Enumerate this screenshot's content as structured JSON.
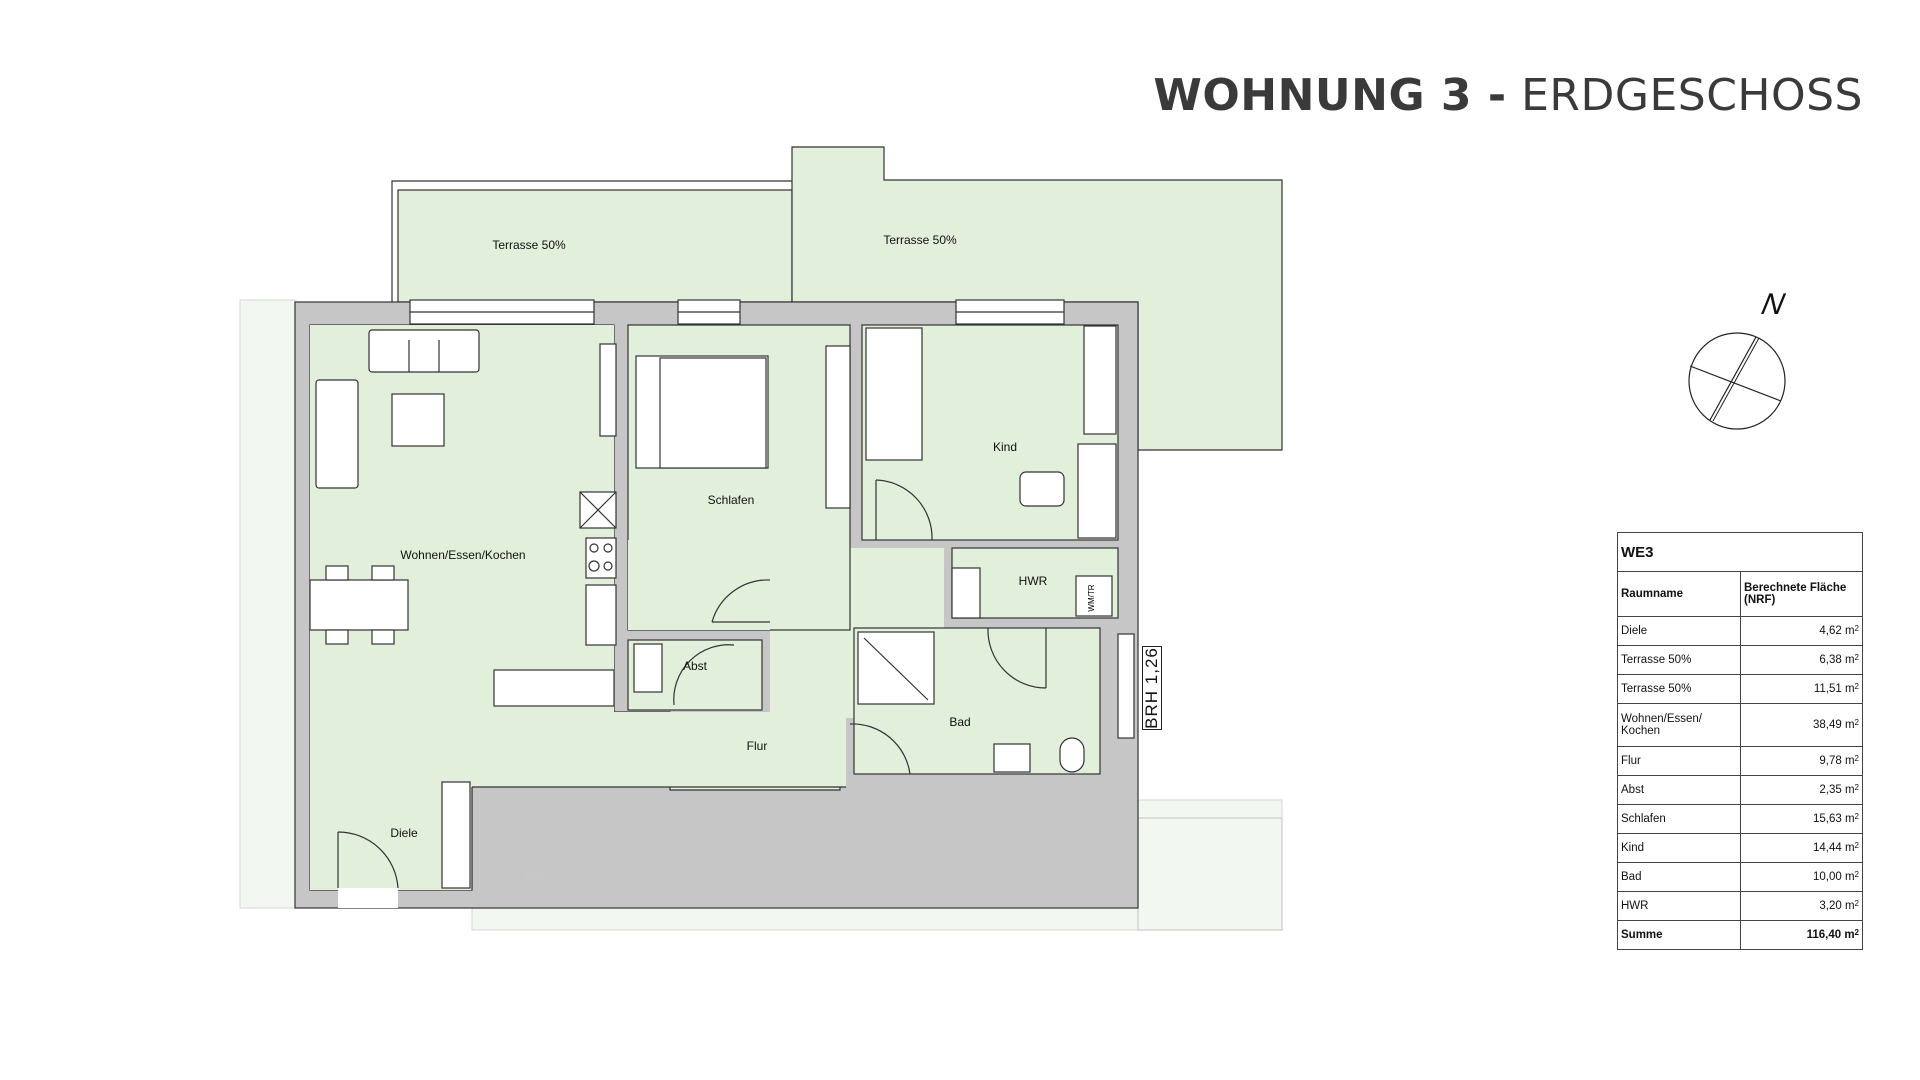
{
  "header": {
    "title_bold": "WOHNUNG 3 -",
    "title_light": "ERDGESCHOSS"
  },
  "colors": {
    "room_fill": "#e2efdb",
    "wall_fill": "#c6c6c6",
    "neighbor_fill": "#f1f6ee",
    "title": "#3a3a3a"
  },
  "compass": {
    "label": "N",
    "icon": "north-arrow-icon"
  },
  "plan": {
    "rooms": [
      {
        "name": "Terrasse 50%",
        "id": "terrasse-west"
      },
      {
        "name": "Terrasse 50%",
        "id": "terrasse-east"
      },
      {
        "name": "Wohnen/Essen/Kochen",
        "id": "wohnen"
      },
      {
        "name": "Schlafen",
        "id": "schlafen"
      },
      {
        "name": "Kind",
        "id": "kind"
      },
      {
        "name": "HWR",
        "id": "hwr"
      },
      {
        "name": "Abst",
        "id": "abst"
      },
      {
        "name": "Flur",
        "id": "flur"
      },
      {
        "name": "Bad",
        "id": "bad"
      },
      {
        "name": "Diele",
        "id": "diele"
      }
    ],
    "neighbor_labels": [
      "Abst"
    ],
    "annotations": {
      "brh": "BRH 1,26",
      "washer": "WM/ TR"
    }
  },
  "area_table": {
    "unit": "WE3",
    "col_room": "Raumname",
    "col_area": "Berechnete Fläche (NRF)",
    "area_unit": "m",
    "area_unit_sup": "2",
    "rows": [
      {
        "room": "Diele",
        "area": "4,62"
      },
      {
        "room": "Terrasse 50%",
        "area": "6,38"
      },
      {
        "room": "Terrasse 50%",
        "area": "11,51"
      },
      {
        "room": "Wohnen/Essen/ Kochen",
        "area": "38,49"
      },
      {
        "room": "Flur",
        "area": "9,78"
      },
      {
        "room": "Abst",
        "area": "2,35"
      },
      {
        "room": "Schlafen",
        "area": "15,63"
      },
      {
        "room": "Kind",
        "area": "14,44"
      },
      {
        "room": "Bad",
        "area": "10,00"
      },
      {
        "room": "HWR",
        "area": "3,20"
      }
    ],
    "total_label": "Summe",
    "total_area": "116,40"
  }
}
